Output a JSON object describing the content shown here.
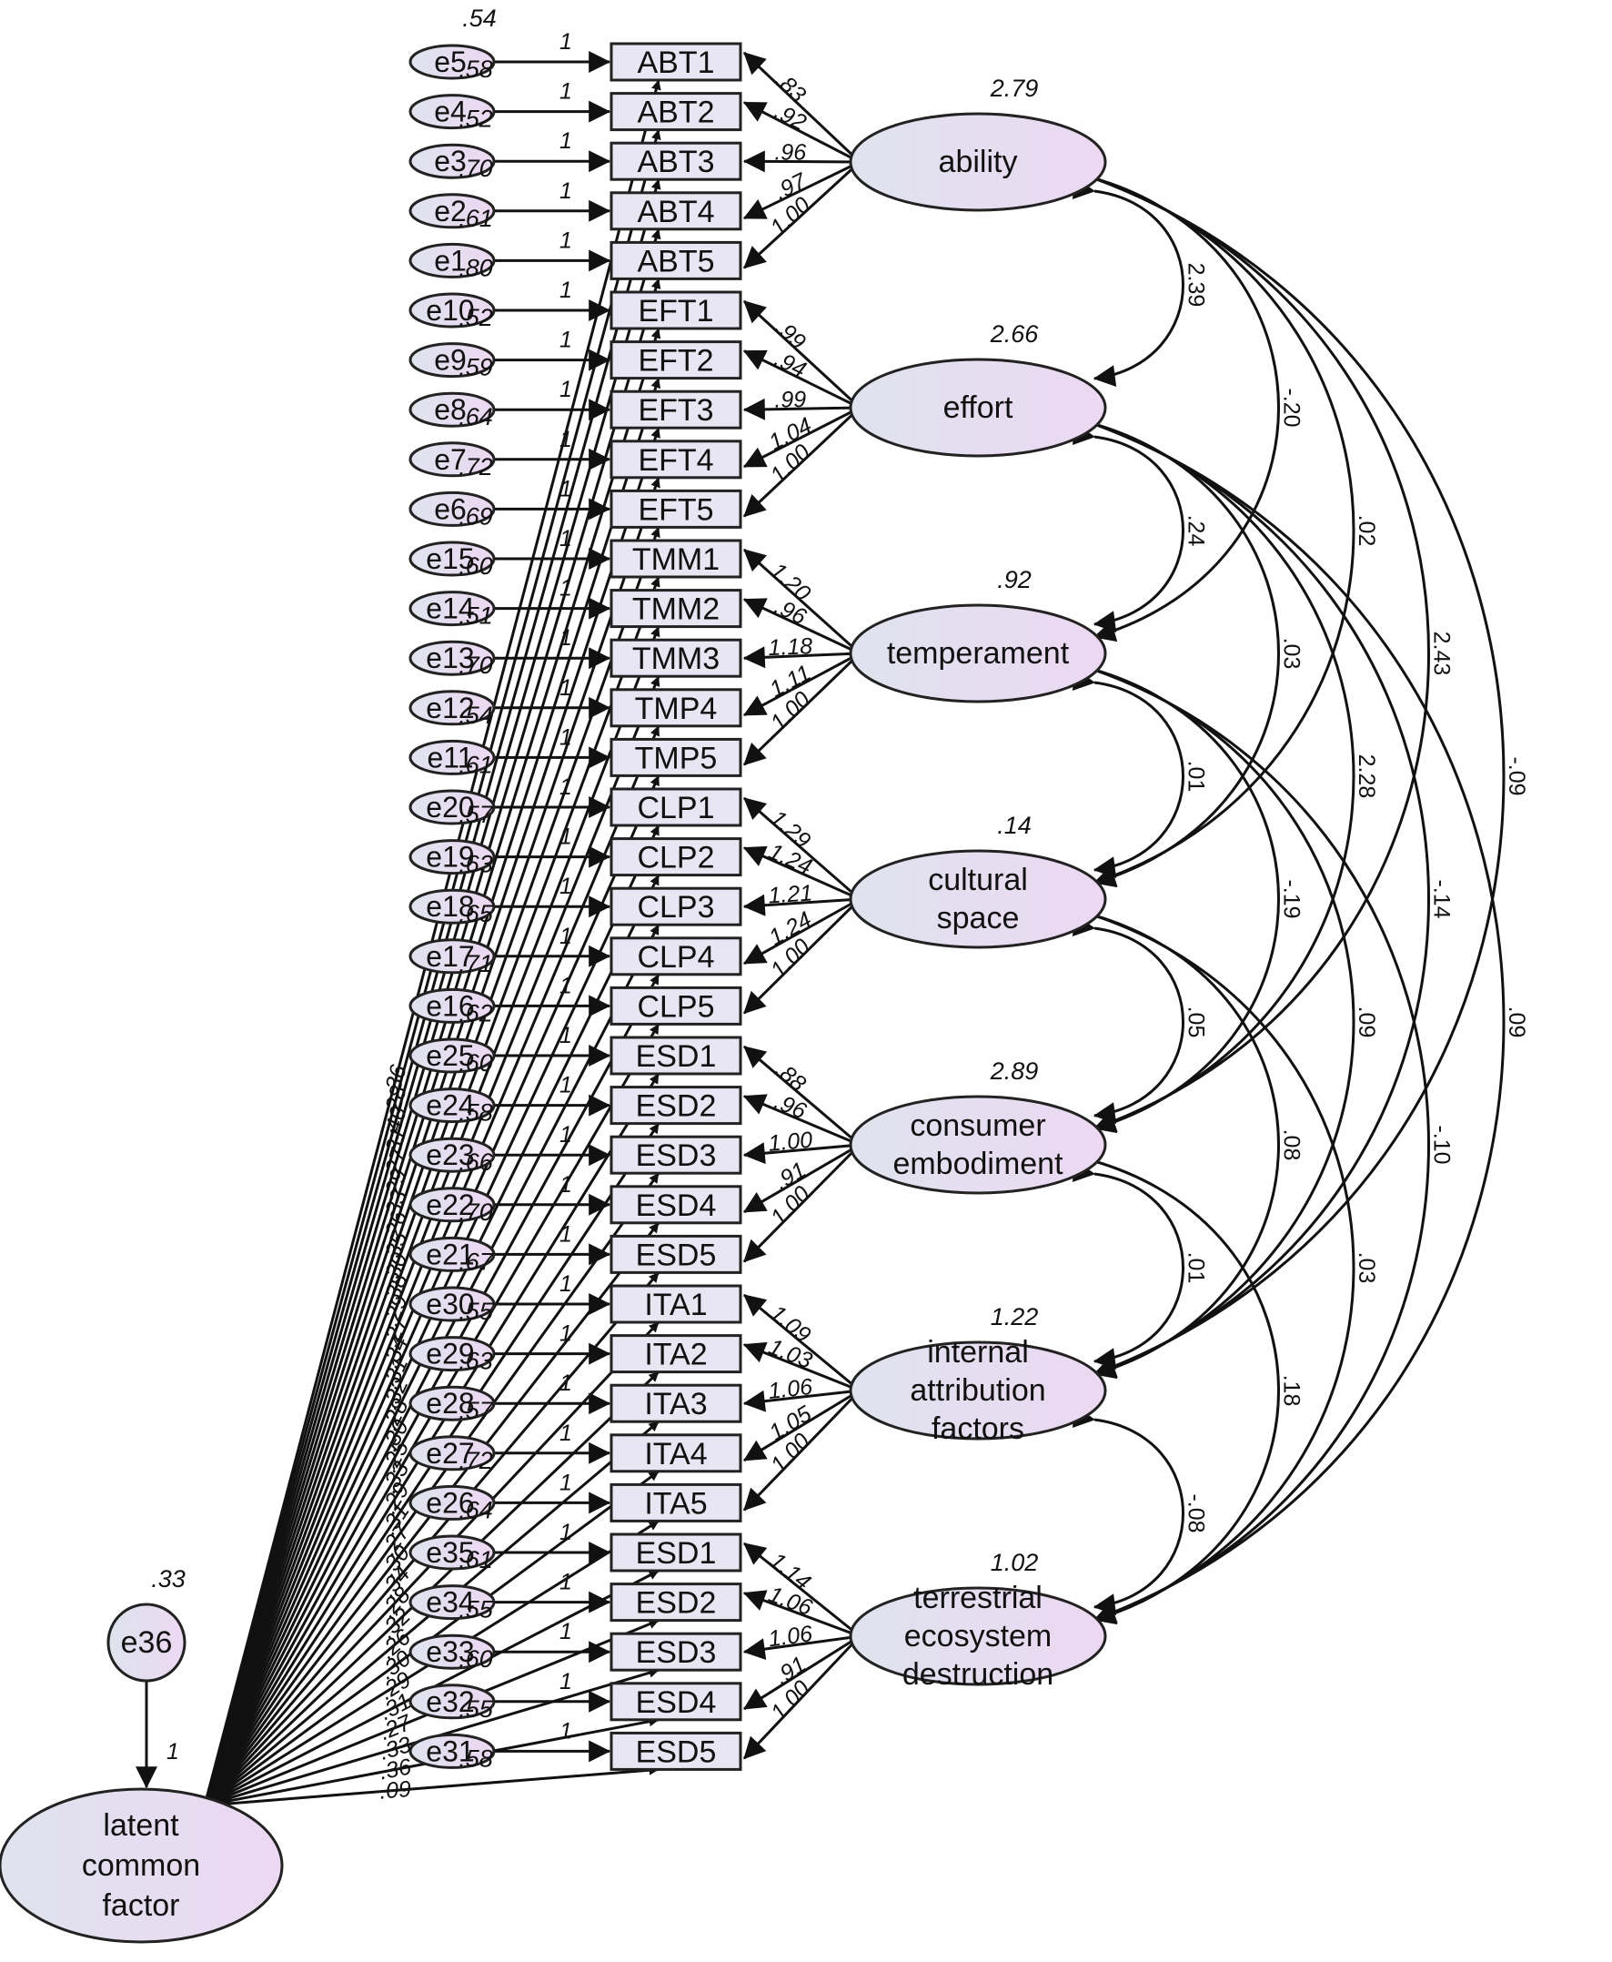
{
  "colors": {
    "node_fill_start": "#dfe3ee",
    "node_fill_end": "#ecd8f2",
    "box_fill": "#e8e6f2",
    "stroke": "#222222"
  },
  "indicators": [
    {
      "label": "ABT1",
      "error": "e5",
      "factor": "ability",
      "loading": ".83",
      "error_variance": ".58",
      "common_loading": "1"
    },
    {
      "label": "ABT2",
      "error": "e4",
      "factor": "ability",
      "loading": ".92",
      "error_variance": ".52",
      "common_loading": "1"
    },
    {
      "label": "ABT3",
      "error": "e3",
      "factor": "ability",
      "loading": ".96",
      "error_variance": ".70",
      "common_loading": "1"
    },
    {
      "label": "ABT4",
      "error": "e2",
      "factor": "ability",
      "loading": ".97",
      "error_variance": ".61",
      "common_loading": "1"
    },
    {
      "label": "ABT5",
      "error": "e1",
      "factor": "ability",
      "loading": "1.00",
      "error_variance": ".80",
      "common_loading": "1"
    },
    {
      "label": "EFT1",
      "error": "e10",
      "factor": "effort",
      "loading": ".99",
      "error_variance": ".52",
      "common_loading": "1"
    },
    {
      "label": "EFT2",
      "error": "e9",
      "factor": "effort",
      "loading": ".94",
      "error_variance": ".59",
      "common_loading": "1"
    },
    {
      "label": "EFT3",
      "error": "e8",
      "factor": "effort",
      "loading": ".99",
      "error_variance": ".64",
      "common_loading": "1"
    },
    {
      "label": "EFT4",
      "error": "e7",
      "factor": "effort",
      "loading": "1.04",
      "error_variance": ".72",
      "common_loading": "1"
    },
    {
      "label": "EFT5",
      "error": "e6",
      "factor": "effort",
      "loading": "1.00",
      "error_variance": ".69",
      "common_loading": "1"
    },
    {
      "label": "TMM1",
      "error": "e15",
      "factor": "temperament",
      "loading": "1.20",
      "error_variance": ".60",
      "common_loading": "1"
    },
    {
      "label": "TMM2",
      "error": "e14",
      "factor": "temperament",
      "loading": ".96",
      "error_variance": ".51",
      "common_loading": "1"
    },
    {
      "label": "TMM3",
      "error": "e13",
      "factor": "temperament",
      "loading": "1.18",
      "error_variance": ".70",
      "common_loading": "1"
    },
    {
      "label": "TMP4",
      "error": "e12",
      "factor": "temperament",
      "loading": "1.11",
      "error_variance": ".54",
      "common_loading": "1"
    },
    {
      "label": "TMP5",
      "error": "e11",
      "factor": "temperament",
      "loading": "1.00",
      "error_variance": ".61",
      "common_loading": "1"
    },
    {
      "label": "CLP1",
      "error": "e20",
      "factor": "cultural space",
      "loading": "1.29",
      "error_variance": ".57",
      "common_loading": "1"
    },
    {
      "label": "CLP2",
      "error": "e19",
      "factor": "cultural space",
      "loading": "1.24",
      "error_variance": ".63",
      "common_loading": "1"
    },
    {
      "label": "CLP3",
      "error": "e18",
      "factor": "cultural space",
      "loading": "1.21",
      "error_variance": ".65",
      "common_loading": "1"
    },
    {
      "label": "CLP4",
      "error": "e17",
      "factor": "cultural space",
      "loading": "1.24",
      "error_variance": ".71",
      "common_loading": "1"
    },
    {
      "label": "CLP5",
      "error": "e16",
      "factor": "cultural space",
      "loading": "1.00",
      "error_variance": ".62",
      "common_loading": "1"
    },
    {
      "label": "ESD1",
      "error": "e25",
      "factor": "consumer embodiment",
      "loading": ".88",
      "error_variance": ".60",
      "common_loading": "1"
    },
    {
      "label": "ESD2",
      "error": "e24",
      "factor": "consumer embodiment",
      "loading": ".96",
      "error_variance": ".58",
      "common_loading": "1"
    },
    {
      "label": "ESD3",
      "error": "e23",
      "factor": "consumer embodiment",
      "loading": "1.00",
      "error_variance": ".66",
      "common_loading": "1"
    },
    {
      "label": "ESD4",
      "error": "e22",
      "factor": "consumer embodiment",
      "loading": ".91",
      "error_variance": ".70",
      "common_loading": "1"
    },
    {
      "label": "ESD5",
      "error": "e21",
      "factor": "consumer embodiment",
      "loading": "1.00",
      "error_variance": ".67",
      "common_loading": "1"
    },
    {
      "label": "ITA1",
      "error": "e30",
      "factor": "internal attribution factors",
      "loading": "1.09",
      "error_variance": ".55",
      "common_loading": "1"
    },
    {
      "label": "ITA2",
      "error": "e29",
      "factor": "internal attribution factors",
      "loading": "1.03",
      "error_variance": ".63",
      "common_loading": "1"
    },
    {
      "label": "ITA3",
      "error": "e28",
      "factor": "internal attribution factors",
      "loading": "1.06",
      "error_variance": ".57",
      "common_loading": "1"
    },
    {
      "label": "ITA4",
      "error": "e27",
      "factor": "internal attribution factors",
      "loading": "1.05",
      "error_variance": ".72",
      "common_loading": "1"
    },
    {
      "label": "ITA5",
      "error": "e26",
      "factor": "internal attribution factors",
      "loading": "1.00",
      "error_variance": ".64",
      "common_loading": "1"
    },
    {
      "label": "ESD1",
      "error": "e35",
      "factor": "terrestrial ecosystem destruction",
      "loading": "1.14",
      "error_variance": ".61",
      "common_loading": "1"
    },
    {
      "label": "ESD2",
      "error": "e34",
      "factor": "terrestrial ecosystem destruction",
      "loading": "1.06",
      "error_variance": ".55",
      "common_loading": "1"
    },
    {
      "label": "ESD3",
      "error": "e33",
      "factor": "terrestrial ecosystem destruction",
      "loading": "1.06",
      "error_variance": ".60",
      "common_loading": "1"
    },
    {
      "label": "ESD4",
      "error": "e32",
      "factor": "terrestrial ecosystem destruction",
      "loading": ".91",
      "error_variance": ".55",
      "common_loading": "1"
    },
    {
      "label": "ESD5",
      "error": "e31",
      "factor": "terrestrial ecosystem destruction",
      "loading": "1.00",
      "error_variance": ".58",
      "common_loading": "1"
    }
  ],
  "factors": [
    {
      "lines": [
        "ability"
      ],
      "variance": "2.79"
    },
    {
      "lines": [
        "effort"
      ],
      "variance": "2.66"
    },
    {
      "lines": [
        "temperament"
      ],
      "variance": ".92"
    },
    {
      "lines": [
        "cultural",
        "space"
      ],
      "variance": ".14"
    },
    {
      "lines": [
        "consumer",
        "embodiment"
      ],
      "variance": "2.89"
    },
    {
      "lines": [
        "internal",
        "attribution",
        "factors"
      ],
      "variance": "1.22"
    },
    {
      "lines": [
        "terrestrial",
        "ecosystem",
        "destruction"
      ],
      "variance": "1.02"
    }
  ],
  "covariances": [
    {
      "from": 0,
      "to": 1,
      "value": "2.39"
    },
    {
      "from": 1,
      "to": 2,
      "value": ".24"
    },
    {
      "from": 2,
      "to": 3,
      "value": ".01"
    },
    {
      "from": 3,
      "to": 4,
      "value": ".05"
    },
    {
      "from": 4,
      "to": 5,
      "value": ".01"
    },
    {
      "from": 5,
      "to": 6,
      "value": "-.08"
    },
    {
      "from": 0,
      "to": 2,
      "value": "-.20"
    },
    {
      "from": 1,
      "to": 3,
      "value": ".03"
    },
    {
      "from": 2,
      "to": 4,
      "value": "-.19"
    },
    {
      "from": 3,
      "to": 5,
      "value": ".08"
    },
    {
      "from": 4,
      "to": 6,
      "value": ".18"
    },
    {
      "from": 0,
      "to": 3,
      "value": ".02"
    },
    {
      "from": 1,
      "to": 4,
      "value": "2.28"
    },
    {
      "from": 2,
      "to": 5,
      "value": ".09"
    },
    {
      "from": 3,
      "to": 6,
      "value": ".03"
    },
    {
      "from": 0,
      "to": 4,
      "value": "2.43"
    },
    {
      "from": 1,
      "to": 5,
      "value": "-.14"
    },
    {
      "from": 2,
      "to": 6,
      "value": "-.10"
    },
    {
      "from": 0,
      "to": 5,
      "value": "-.09"
    },
    {
      "from": 1,
      "to": 6,
      "value": ".09"
    }
  ],
  "top_error_variance": ".54",
  "common_factor": {
    "lines": [
      "latent",
      "common",
      "factor"
    ],
    "error": "e36",
    "error_variance": ".33",
    "error_path": "1",
    "loadings": [
      ".36",
      ".28",
      ".40",
      ".31",
      ".27",
      ".29",
      ".33",
      ".26",
      ".35",
      ".30",
      ".38",
      ".29",
      ".27",
      ".34",
      ".31",
      ".32",
      ".28",
      ".30",
      ".25",
      ".33",
      ".29",
      ".31",
      ".27",
      ".30",
      ".34",
      ".28",
      ".32",
      ".26",
      ".30",
      ".29",
      ".31",
      ".27",
      ".33",
      ".36",
      ".09"
    ]
  }
}
